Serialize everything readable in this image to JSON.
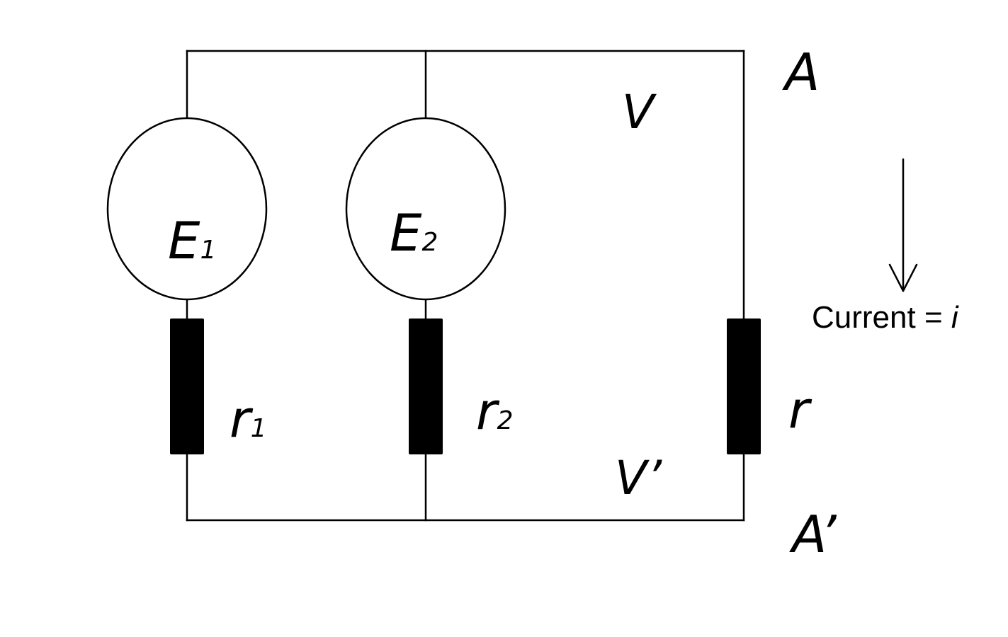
{
  "diagram": {
    "labels": {
      "node_top": "A",
      "node_bottom": "A’",
      "potential_top": "V",
      "potential_bottom": "V’",
      "load_resistor": "r"
    },
    "sources": [
      {
        "symbol": "E",
        "subscript": "1"
      },
      {
        "symbol": "E",
        "subscript": "2"
      }
    ],
    "internal_resistors": [
      {
        "symbol": "r",
        "subscript": "1"
      },
      {
        "symbol": "r",
        "subscript": "2"
      }
    ],
    "current": {
      "prefix": "Current = ",
      "symbol": "i",
      "direction": "down"
    }
  }
}
